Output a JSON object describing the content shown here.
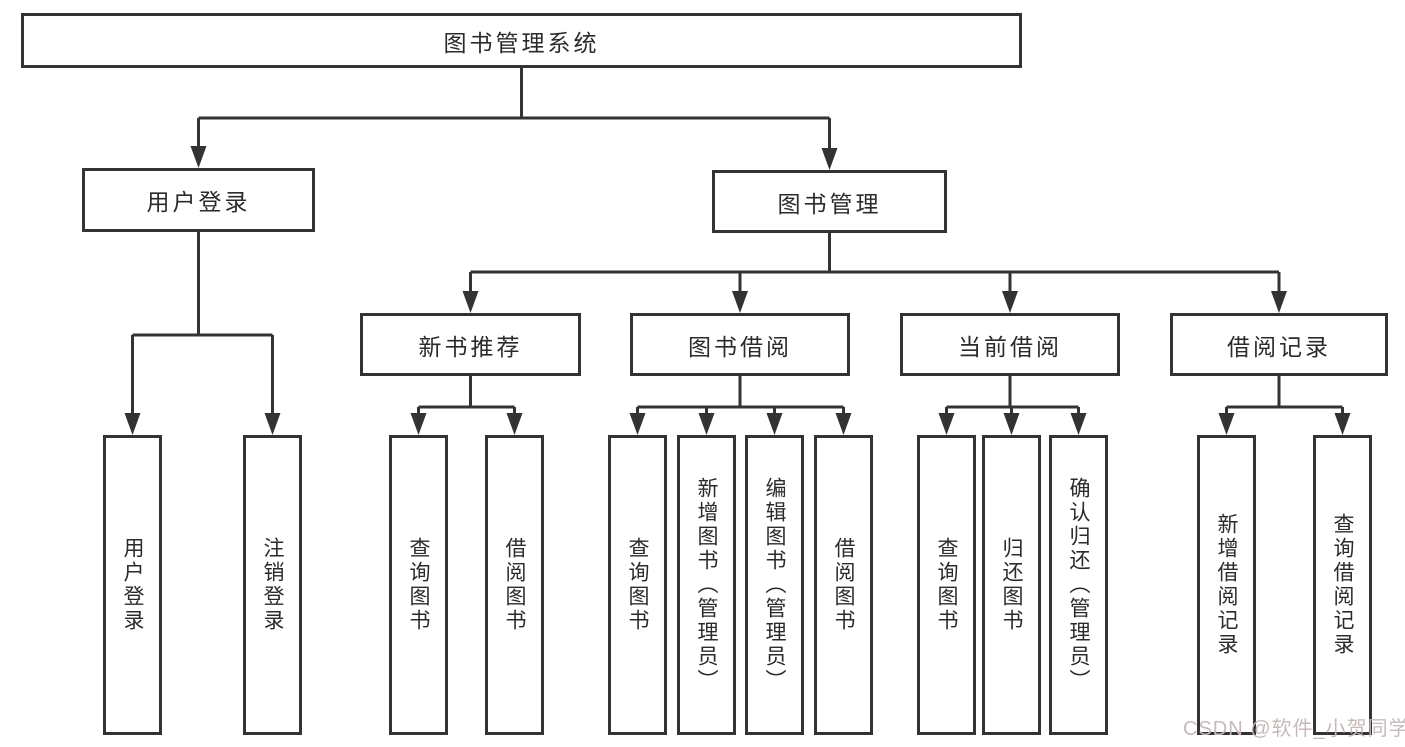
{
  "colors": {
    "line": "#333333",
    "box_border": "#333333",
    "box_fill": "#ffffff",
    "text": "#2b2b2b",
    "watermark": "#c8b9b9"
  },
  "watermark": {
    "text": "CSDN @软件_小贺同学"
  },
  "tree": {
    "label": "图书管理系统",
    "children": [
      {
        "label": "用户登录",
        "children": [
          {
            "label": "用户登录"
          },
          {
            "label": "注销登录"
          }
        ]
      },
      {
        "label": "图书管理",
        "children": [
          {
            "label": "新书推荐",
            "children": [
              {
                "label": "查询图书"
              },
              {
                "label": "借阅图书"
              }
            ]
          },
          {
            "label": "图书借阅",
            "children": [
              {
                "label": "查询图书"
              },
              {
                "label": "新增图书（管理员）"
              },
              {
                "label": "编辑图书（管理员）"
              },
              {
                "label": "借阅图书"
              }
            ]
          },
          {
            "label": "当前借阅",
            "children": [
              {
                "label": "查询图书"
              },
              {
                "label": "归还图书"
              },
              {
                "label": "确认归还（管理员）"
              }
            ]
          },
          {
            "label": "借阅记录",
            "children": [
              {
                "label": "新增借阅记录"
              },
              {
                "label": "查询借阅记录"
              }
            ]
          }
        ]
      }
    ]
  }
}
